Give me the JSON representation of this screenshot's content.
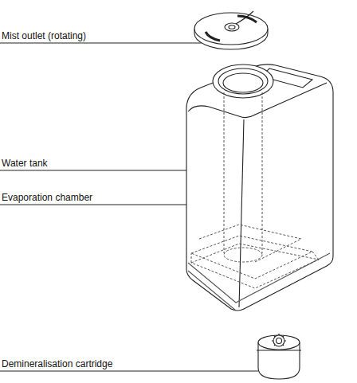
{
  "diagram": {
    "labels": [
      "Mist outlet (rotating)",
      "Water tank",
      "Evaporation chamber",
      "Demineralisation cartridge"
    ]
  }
}
